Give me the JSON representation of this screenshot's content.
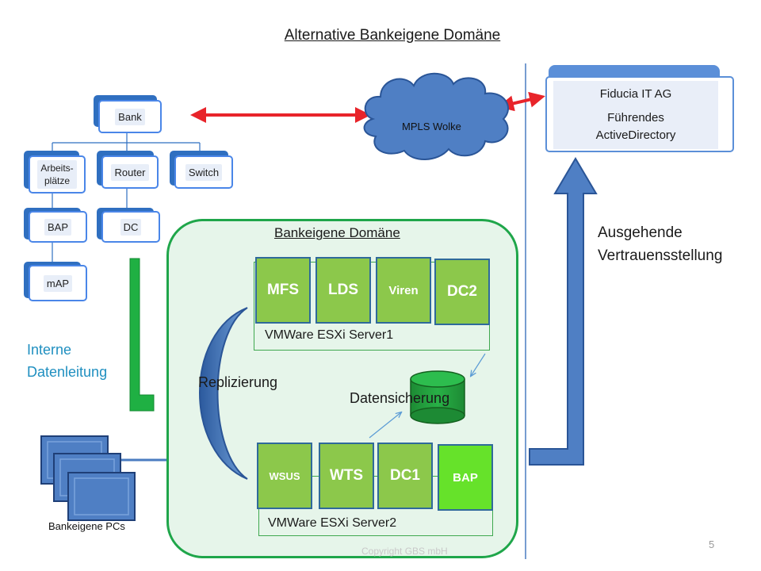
{
  "title": "Alternative Bankeigene Domäne",
  "org": {
    "root": "Bank",
    "children": [
      "Arbeits-\nplätze",
      "Router",
      "Switch"
    ],
    "bap": "BAP",
    "map": "mAP",
    "dc": "DC"
  },
  "cloud_label": "MPLS Wolke",
  "fiducia": {
    "line1": "Fiducia IT AG",
    "line2": "Führendes",
    "line3": "ActiveDirectory"
  },
  "outgoing_trust": "Ausgehende\nVertrauensstellung",
  "internal_line": "Interne\nDatenleitung",
  "domain": {
    "title": "Bankeigene Domäne",
    "server1": {
      "label": "VMWare ESXi Server1",
      "vms": [
        "MFS",
        "LDS",
        "Viren",
        "DC2"
      ]
    },
    "server2": {
      "label": "VMWare ESXi Server2",
      "vms": [
        "WSUS",
        "WTS",
        "DC1",
        "BAP"
      ]
    },
    "replication": "Replizierung",
    "backup": "Datensicherung"
  },
  "pcs_label": "Bankeigene PCs",
  "footer": "Copyright GBS mbH",
  "page_number": "5",
  "colors": {
    "accent_blue": "#4a86e8",
    "domain_green": "#1fa64a",
    "vm_green": "#8cc84b",
    "arrow_red": "#e8242a",
    "big_arrow_blue": "#4f7fc4"
  }
}
